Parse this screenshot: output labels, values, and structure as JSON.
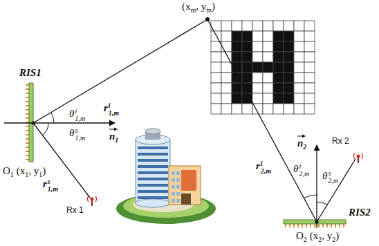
{
  "diagram": {
    "labels": [
      "(x",
      "m",
      ", y",
      "m",
      ")",
      "r",
      "i",
      "1,m",
      "RIS1",
      "θ",
      "i",
      "1,m",
      "θ",
      "s",
      "1,m",
      "n",
      "1",
      "O",
      "1",
      "(x",
      "1",
      ", y",
      "1",
      ")",
      "r",
      "s",
      "1,m",
      "Rx 1",
      "r",
      "i",
      "2,m",
      "n",
      "2",
      "θ",
      "i",
      "2,m",
      "θ",
      "s",
      "2,m",
      "Rx 2",
      "RIS2",
      "O",
      "2",
      "(x",
      "2",
      ", y",
      "2",
      ")"
    ]
  }
}
